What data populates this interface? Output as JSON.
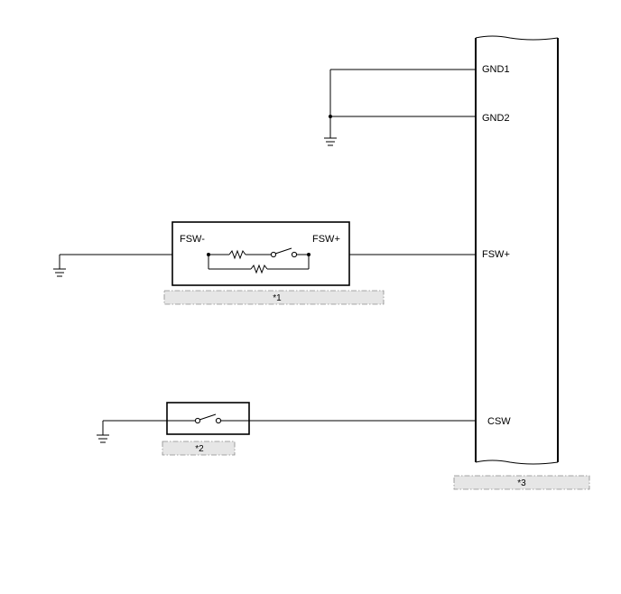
{
  "ecu": {
    "pins": {
      "gnd1": "GND1",
      "gnd2": "GND2",
      "fsw_plus": "FSW+",
      "csw": "CSW"
    },
    "ref": "*3"
  },
  "component1": {
    "terminal_minus": "FSW-",
    "terminal_plus": "FSW+",
    "ref": "*1"
  },
  "component2": {
    "ref": "*2"
  },
  "colors": {
    "line": "#000000",
    "ref_fill": "#e6e6e6",
    "ref_border": "#8a8a8a"
  }
}
